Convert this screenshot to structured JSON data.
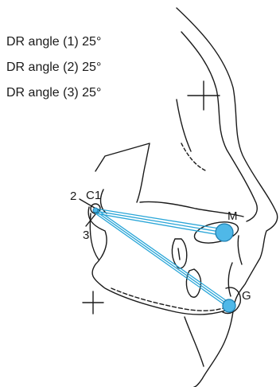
{
  "captions": [
    "DR angle (1) 25°",
    "DR angle (2) 25°",
    "DR angle (3) 25°"
  ],
  "labels": {
    "condyle": "C1",
    "line_2": "2",
    "line_3": "3",
    "masseter": "M",
    "gonial": "G"
  },
  "colors": {
    "outline": "#1a1a1a",
    "vector_lines": "#2aa6d8",
    "marker_fill": "#4fb8e8",
    "marker_stroke": "#1f7fb0"
  }
}
